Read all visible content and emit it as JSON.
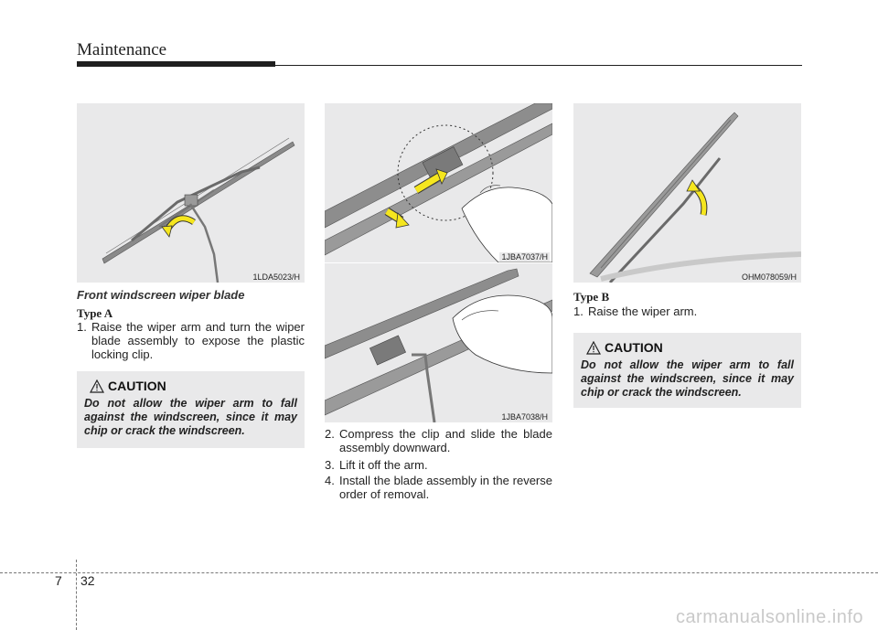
{
  "header": {
    "title": "Maintenance"
  },
  "figures": [
    {
      "code": "1LDA5023/H"
    },
    {
      "code": "1JBA7037/H"
    },
    {
      "code": "1JBA7038/H"
    },
    {
      "code": "OHM078059/H"
    }
  ],
  "column1": {
    "section_title": "Front windscreen wiper blade",
    "type_label": "Type A",
    "steps": [
      {
        "num": "1.",
        "text": "Raise the wiper arm and turn the wiper blade assembly to expose the plastic locking clip."
      }
    ],
    "caution": {
      "title": "CAUTION",
      "text": "Do not allow the wiper arm to fall against the windscreen, since it may chip or crack the windscreen."
    }
  },
  "column2": {
    "steps": [
      {
        "num": "2.",
        "text": "Compress the clip and slide the blade assembly downward."
      },
      {
        "num": "3.",
        "text": "Lift it off the arm."
      },
      {
        "num": "4.",
        "text": "Install the blade assembly in the reverse order of removal."
      }
    ]
  },
  "column3": {
    "type_label": "Type B",
    "steps": [
      {
        "num": "1.",
        "text": "Raise the wiper arm."
      }
    ],
    "caution": {
      "title": "CAUTION",
      "text": "Do not allow the wiper arm to fall against the windscreen, since it may chip or crack the windscreen."
    }
  },
  "footer": {
    "chapter": "7",
    "page": "32",
    "watermark": "carmanualsonline.info"
  },
  "colors": {
    "figure_bg": "#e9e9ea",
    "arrow_yellow": "#f5e61e",
    "rule": "#1f1f1f"
  }
}
